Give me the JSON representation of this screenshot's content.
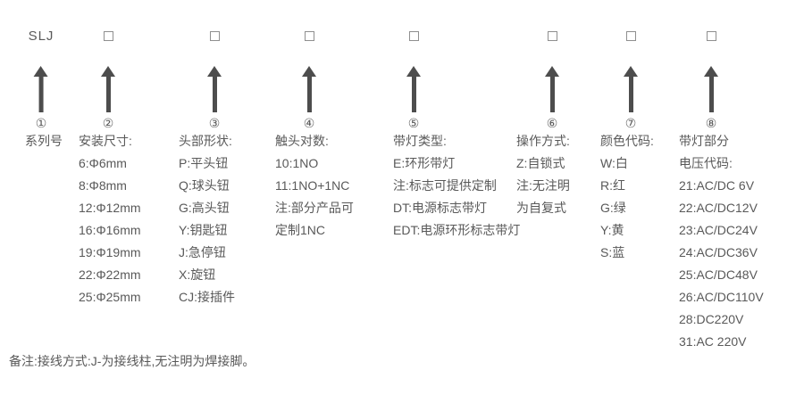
{
  "series_label": "SLJ",
  "footnote": "备注:接线方式:J-为接线柱,无注明为焊接脚。",
  "columns": [
    {
      "number": "①",
      "title": "系列号",
      "items": []
    },
    {
      "number": "②",
      "title": "安装尺寸:",
      "items": [
        "6:Φ6mm",
        "8:Φ8mm",
        "12:Φ12mm",
        "16:Φ16mm",
        "19:Φ19mm",
        "22:Φ22mm",
        "25:Φ25mm"
      ]
    },
    {
      "number": "③",
      "title": "头部形状:",
      "items": [
        "P:平头钮",
        "Q:球头钮",
        "G:高头钮",
        "Y:钥匙钮",
        "J:急停钮",
        "X:旋钮",
        "CJ:接插件"
      ]
    },
    {
      "number": "④",
      "title": "触头对数:",
      "items": [
        "10:1NO",
        "11:1NO+1NC",
        "注:部分产品可",
        "定制1NC"
      ]
    },
    {
      "number": "⑤",
      "title": "带灯类型:",
      "items": [
        "E:环形带灯",
        "注:标志可提供定制",
        "DT:电源标志带灯",
        "EDT:电源环形标志带灯"
      ]
    },
    {
      "number": "⑥",
      "title": "操作方式:",
      "items": [
        "Z:自锁式",
        "注:无注明",
        "为自复式"
      ]
    },
    {
      "number": "⑦",
      "title": "颜色代码:",
      "items": [
        "W:白",
        "R:红",
        "G:绿",
        "Y:黄",
        "S:蓝"
      ]
    },
    {
      "number": "⑧",
      "title": "带灯部分",
      "subtitle": "电压代码:",
      "items": [
        "21:AC/DC 6V",
        "22:AC/DC12V",
        "23:AC/DC24V",
        "24:AC/DC36V",
        "25:AC/DC48V",
        "26:AC/DC110V",
        "28:DC220V",
        "31:AC 220V"
      ]
    }
  ]
}
